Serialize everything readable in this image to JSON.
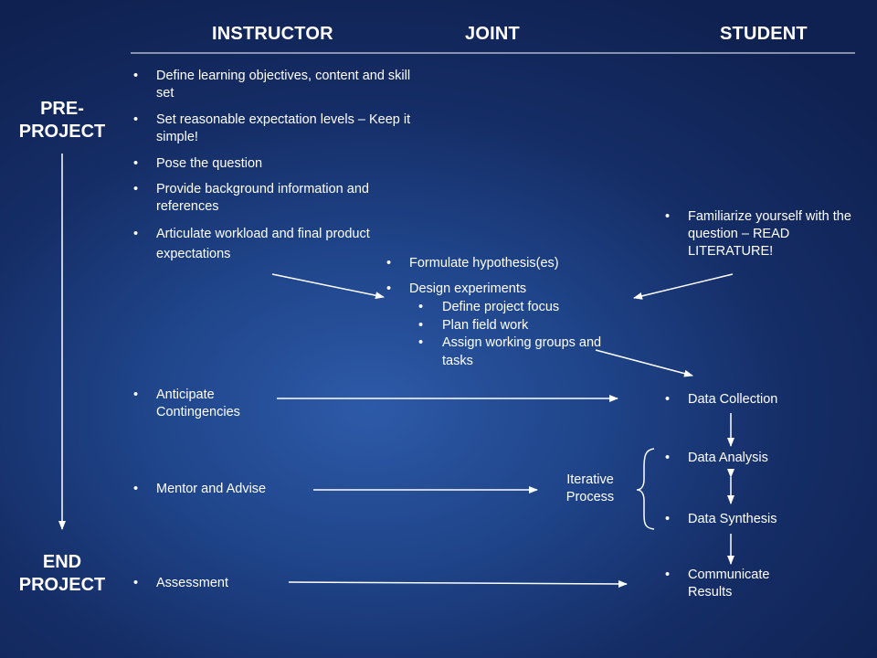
{
  "headers": {
    "instructor": "INSTRUCTOR",
    "joint": "JOINT",
    "student": "STUDENT"
  },
  "phases": {
    "pre_project": [
      "PRE-",
      "PROJECT"
    ],
    "end_project": [
      "END",
      "PROJECT"
    ]
  },
  "instructor_pre_items": [
    "Define learning objectives, content and skill set",
    "Set reasonable expectation levels – Keep it simple!",
    "Pose the question",
    "Provide background information and references",
    "Articulate workload and final product expectations"
  ],
  "student_pre_item": "Familiarize yourself with the question – READ LITERATURE!",
  "joint_items": {
    "hypothesis": "Formulate hypothesis(es)",
    "design": "Design experiments",
    "design_sub": [
      "Define project focus",
      "Plan field work",
      "Assign working groups and tasks"
    ]
  },
  "instructor_later": {
    "contingencies": "Anticipate Contingencies",
    "mentor": "Mentor and Advise",
    "assessment": "Assessment"
  },
  "iterative_label": [
    "Iterative",
    "Process"
  ],
  "student_steps": {
    "collection": "Data Collection",
    "analysis": "Data Analysis",
    "synthesis": "Data Synthesis",
    "communicate": "Communicate Results"
  },
  "colors": {
    "text": "#ffffff",
    "bg_center": "#2d5aa8",
    "bg_edge": "#0f2150"
  }
}
